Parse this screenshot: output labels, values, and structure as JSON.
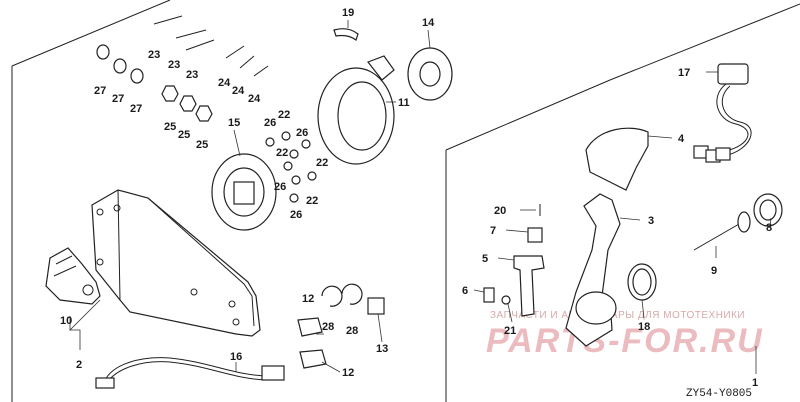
{
  "diagram": {
    "code": "ZY54-Y0805",
    "watermark_line1": "ЗАПЧАСТИ И АКСЕССУАРЫ ДЛЯ МОТОТЕХНИКИ",
    "watermark_line2": "PARTS-FOR.RU",
    "callouts": {
      "c1": "1",
      "c2": "2",
      "c3": "3",
      "c4": "4",
      "c5": "5",
      "c6": "6",
      "c7": "7",
      "c8": "8",
      "c9": "9",
      "c10": "10",
      "c11": "11",
      "c12a": "12",
      "c12b": "12",
      "c13": "13",
      "c14": "14",
      "c15": "15",
      "c16": "16",
      "c17": "17",
      "c18": "18",
      "c19": "19",
      "c20": "20",
      "c21": "21",
      "c22a": "22",
      "c22b": "22",
      "c22c": "22",
      "c22d": "22",
      "c23a": "23",
      "c23b": "23",
      "c23c": "23",
      "c24a": "24",
      "c24b": "24",
      "c24c": "24",
      "c25a": "25",
      "c25b": "25",
      "c25c": "25",
      "c26a": "26",
      "c26b": "26",
      "c26c": "26",
      "c26d": "26",
      "c27a": "27",
      "c27b": "27",
      "c27c": "27",
      "c28a": "28",
      "c28b": "28"
    }
  }
}
